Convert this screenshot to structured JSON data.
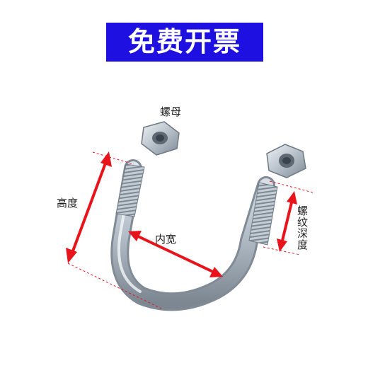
{
  "banner": {
    "text": "免费开票",
    "background": "#1d10e0",
    "text_color": "#ffffff"
  },
  "labels": {
    "nut": "螺母",
    "height": "高度",
    "inner_width": "内宽",
    "thread_depth": "螺纹深度"
  },
  "colors": {
    "arrow": "#e8141c",
    "dashed_guide": "#e8141c",
    "metal": "#b9c3cc"
  }
}
